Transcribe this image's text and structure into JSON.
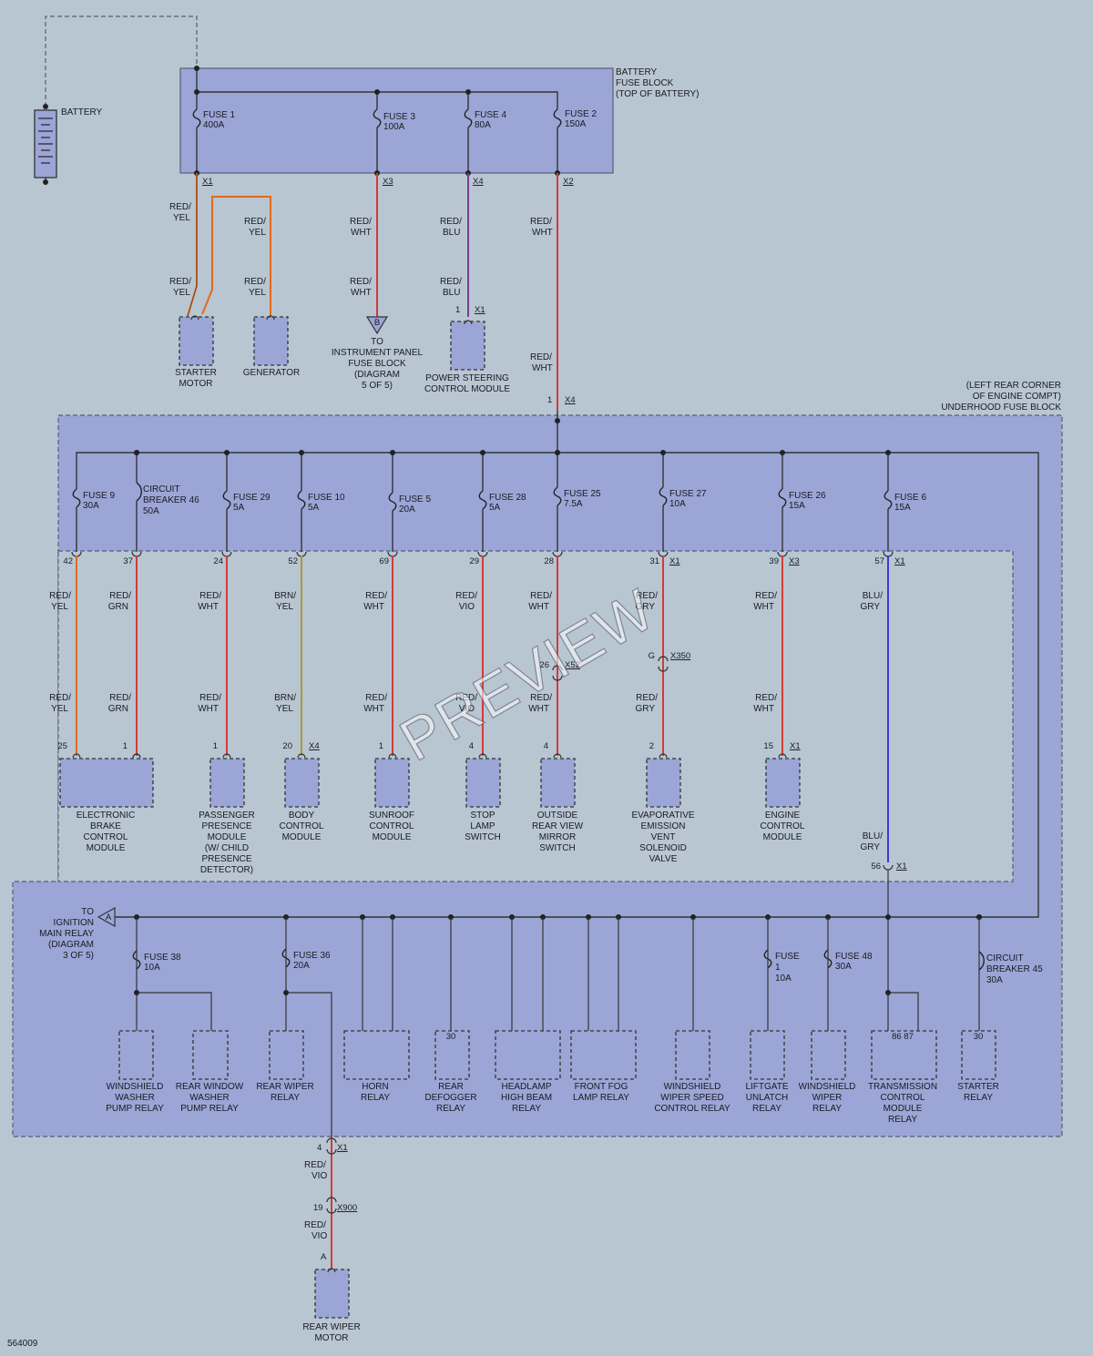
{
  "diagram_id": "564009",
  "watermark": "PREVIEW",
  "battery": {
    "label": "BATTERY"
  },
  "battery_fuse_block": {
    "l1": "BATTERY",
    "l2": "FUSE BLOCK",
    "l3": "(TOP OF BATTERY)"
  },
  "battery_fuses": [
    {
      "name": "FUSE 1",
      "rating": "400A",
      "conn": "X1"
    },
    {
      "name": "FUSE 3",
      "rating": "100A",
      "conn": "X3"
    },
    {
      "name": "FUSE 4",
      "rating": "80A",
      "conn": "X4"
    },
    {
      "name": "FUSE 2",
      "rating": "150A",
      "conn": "X2"
    }
  ],
  "top_wires": {
    "starter_a": [
      "RED/",
      "YEL"
    ],
    "gen_a": [
      "RED/",
      "YEL"
    ],
    "starter_b": [
      "RED/",
      "YEL"
    ],
    "gen_b": [
      "RED/",
      "YEL"
    ],
    "fuse3_a": [
      "RED/",
      "WHT"
    ],
    "fuse3_b": [
      "RED/",
      "WHT"
    ],
    "fuse4_a": [
      "RED/",
      "BLU"
    ],
    "fuse4_b": [
      "RED/",
      "BLU"
    ],
    "fuse2_a": [
      "RED/",
      "WHT"
    ],
    "fuse2_b": [
      "RED/",
      "WHT"
    ]
  },
  "top_components": {
    "starter": [
      "STARTER",
      "MOTOR"
    ],
    "generator": [
      "GENERATOR"
    ],
    "ipfb_letter": "B",
    "ipfb": [
      "TO",
      "INSTRUMENT PANEL",
      "FUSE BLOCK",
      "(DIAGRAM",
      "5 OF 5)"
    ],
    "psm_pin": "1",
    "psm_conn": "X1",
    "psm": [
      "POWER STEERING",
      "CONTROL MODULE"
    ],
    "ufb_pin": "1",
    "ufb_conn": "X4"
  },
  "underhood_fuse_block": {
    "l1": "(LEFT REAR CORNER",
    "l2": "OF ENGINE COMPT)",
    "l3": "UNDERHOOD FUSE BLOCK"
  },
  "mid_fuses": [
    {
      "n1": "FUSE 9",
      "n2": "",
      "r": "30A"
    },
    {
      "n1": "CIRCUIT",
      "n2": "BREAKER 46",
      "r": "50A"
    },
    {
      "n1": "FUSE 29",
      "n2": "",
      "r": "5A"
    },
    {
      "n1": "FUSE 10",
      "n2": "",
      "r": "5A"
    },
    {
      "n1": "FUSE 5",
      "n2": "",
      "r": "20A"
    },
    {
      "n1": "FUSE 28",
      "n2": "",
      "r": "5A"
    },
    {
      "n1": "FUSE 25",
      "n2": "",
      "r": "7.5A"
    },
    {
      "n1": "FUSE 27",
      "n2": "",
      "r": "10A"
    },
    {
      "n1": "FUSE 26",
      "n2": "",
      "r": "15A"
    },
    {
      "n1": "FUSE 6",
      "n2": "",
      "r": "15A"
    }
  ],
  "mid_circuits": [
    {
      "pin_top": "42",
      "conn_top": "",
      "w1": [
        "RED/",
        "YEL"
      ],
      "w2": [
        "RED/",
        "YEL"
      ],
      "pin_bot": "25",
      "conn_bot": "",
      "inline": [],
      "module": [
        "ELECTRONIC",
        "BRAKE",
        "CONTROL",
        "MODULE"
      ]
    },
    {
      "pin_top": "37",
      "conn_top": "",
      "w1": [
        "RED/",
        "GRN"
      ],
      "w2": [
        "RED/",
        "GRN"
      ],
      "pin_bot": "1",
      "conn_bot": "",
      "inline": [],
      "module": []
    },
    {
      "pin_top": "24",
      "conn_top": "",
      "w1": [
        "RED/",
        "WHT"
      ],
      "w2": [
        "RED/",
        "WHT"
      ],
      "pin_bot": "1",
      "conn_bot": "",
      "inline": [],
      "module": [
        "PASSENGER",
        "PRESENCE",
        "MODULE",
        "(W/ CHILD",
        "PRESENCE",
        "DETECTOR)"
      ]
    },
    {
      "pin_top": "52",
      "conn_top": "",
      "w1": [
        "BRN/",
        "YEL"
      ],
      "w2": [
        "BRN/",
        "YEL"
      ],
      "pin_bot": "20",
      "conn_bot": "X4",
      "inline": [],
      "module": [
        "BODY",
        "CONTROL",
        "MODULE"
      ]
    },
    {
      "pin_top": "69",
      "conn_top": "",
      "w1": [
        "RED/",
        "WHT"
      ],
      "w2": [
        "RED/",
        "WHT"
      ],
      "pin_bot": "1",
      "conn_bot": "",
      "inline": [],
      "module": [
        "SUNROOF",
        "CONTROL",
        "MODULE"
      ]
    },
    {
      "pin_top": "29",
      "conn_top": "",
      "w1": [
        "RED/",
        "VIO"
      ],
      "w2": [
        "RED/",
        "VIO"
      ],
      "pin_bot": "4",
      "conn_bot": "",
      "inline": [],
      "module": [
        "STOP",
        "LAMP",
        "SWITCH"
      ]
    },
    {
      "pin_top": "28",
      "conn_top": "",
      "w1": [
        "RED/",
        "WHT"
      ],
      "w2": [
        "RED/",
        "WHT"
      ],
      "pin_bot": "4",
      "conn_bot": "",
      "inline": [
        "26",
        "X52"
      ],
      "module": [
        "OUTSIDE",
        "REAR VIEW",
        "MIRROR",
        "SWITCH"
      ]
    },
    {
      "pin_top": "31",
      "conn_top": "X1",
      "w1": [
        "RED/",
        "GRY"
      ],
      "w2": [
        "RED/",
        "GRY"
      ],
      "pin_bot": "2",
      "conn_bot": "",
      "inline": [
        "G",
        "X350"
      ],
      "module": [
        "EVAPORATIVE",
        "EMISSION",
        "VENT",
        "SOLENOID",
        "VALVE"
      ]
    },
    {
      "pin_top": "39",
      "conn_top": "X3",
      "w1": [
        "RED/",
        "WHT"
      ],
      "w2": [
        "RED/",
        "WHT"
      ],
      "pin_bot": "15",
      "conn_bot": "X1",
      "inline": [],
      "module": [
        "ENGINE",
        "CONTROL",
        "MODULE"
      ]
    },
    {
      "pin_top": "57",
      "conn_top": "X1",
      "w1": [
        "BLU/",
        "GRY"
      ],
      "w2": [
        "BLU/",
        "GRY"
      ],
      "pin_bot": "56",
      "conn_bot": "X1",
      "inline": [],
      "module": []
    }
  ],
  "ignition_ref": {
    "letter": "A",
    "lines": [
      "TO",
      "IGNITION",
      "MAIN RELAY",
      "(DIAGRAM",
      "3 OF 5)"
    ]
  },
  "bottom_fuses": [
    {
      "n1": "FUSE 38",
      "n2": "",
      "r": "10A"
    },
    {
      "n1": "FUSE 36",
      "n2": "",
      "r": "20A"
    },
    {
      "n1": "FUSE",
      "n2": "1",
      "r": "10A"
    },
    {
      "n1": "FUSE 48",
      "n2": "",
      "r": "30A"
    },
    {
      "n1": "CIRCUIT",
      "n2": "BREAKER 45",
      "r": "30A"
    }
  ],
  "relays": [
    {
      "pin": "",
      "lines": [
        "WINDSHIELD",
        "WASHER",
        "PUMP RELAY"
      ]
    },
    {
      "pin": "",
      "lines": [
        "REAR WINDOW",
        "WASHER",
        "PUMP RELAY"
      ]
    },
    {
      "pin": "",
      "lines": [
        "REAR WIPER",
        "RELAY"
      ]
    },
    {
      "pin": "",
      "lines": [
        "HORN",
        "RELAY"
      ]
    },
    {
      "pin": "30",
      "lines": [
        "REAR",
        "DEFOGGER",
        "RELAY"
      ]
    },
    {
      "pin": "",
      "lines": [
        "HEADLAMP",
        "HIGH BEAM",
        "RELAY"
      ]
    },
    {
      "pin": "",
      "lines": [
        "FRONT FOG",
        "LAMP RELAY"
      ]
    },
    {
      "pin": "",
      "lines": [
        "WINDSHIELD",
        "WIPER SPEED",
        "CONTROL RELAY"
      ]
    },
    {
      "pin": "",
      "lines": [
        "LIFTGATE",
        "UNLATCH",
        "RELAY"
      ]
    },
    {
      "pin": "",
      "lines": [
        "WINDSHIELD",
        "WIPER",
        "RELAY"
      ]
    },
    {
      "pin": "86  87",
      "lines": [
        "TRANSMISSION",
        "CONTROL",
        "MODULE",
        "RELAY"
      ]
    },
    {
      "pin": "30",
      "lines": [
        "STARTER",
        "RELAY"
      ]
    }
  ],
  "rear_wiper": {
    "pin1": "4",
    "conn1": "X1",
    "w1": [
      "RED/",
      "VIO"
    ],
    "pin2": "19",
    "conn2": "X900",
    "w2": [
      "RED/",
      "VIO"
    ],
    "pin3": "A",
    "motor": [
      "REAR WIPER",
      "MOTOR"
    ]
  },
  "colors": {
    "red": "#d43a3a",
    "orange": "#e06a1c",
    "violet": "#7a3e8e",
    "blue": "#3a3ad8",
    "brown_yellow": "#a89a3c",
    "block": "#9ba6d6",
    "background": "#b8c6d2"
  }
}
